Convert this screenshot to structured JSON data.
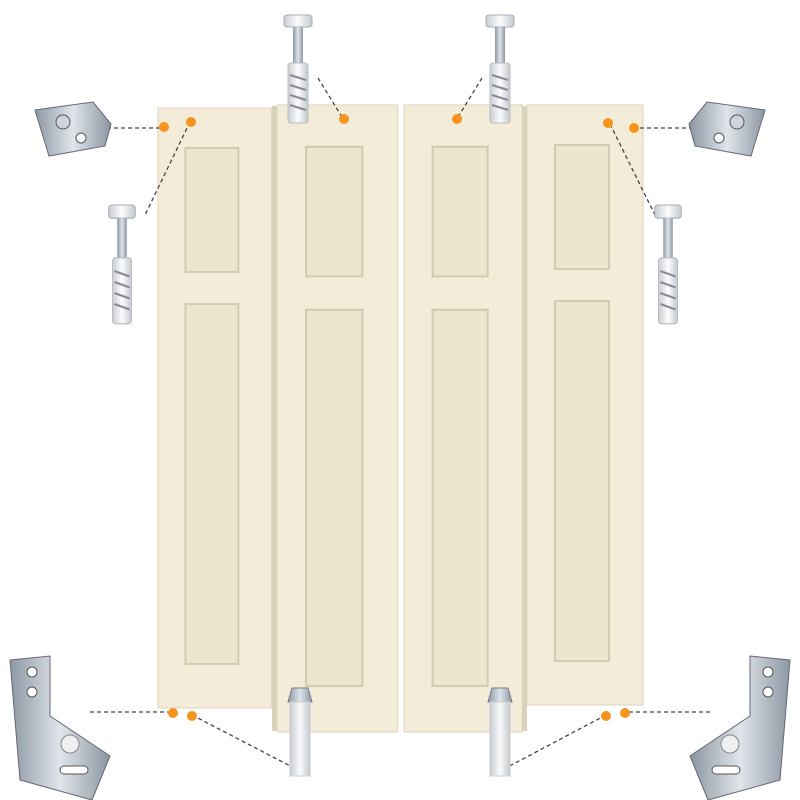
{
  "colors": {
    "door": "#f2ecd8",
    "door_shade": "#e3dcc4",
    "panel_edge": "#d6ceb3",
    "pivot_dot": "#f7941d",
    "dashed_line": "#444444",
    "metal": "#b9c3cc",
    "nylon": "#eef0f2"
  },
  "icons": [
    "bifold-door",
    "top-pivot-bracket",
    "top-pivot-pin",
    "bottom-pivot-pin",
    "bottom-floor-bracket"
  ]
}
